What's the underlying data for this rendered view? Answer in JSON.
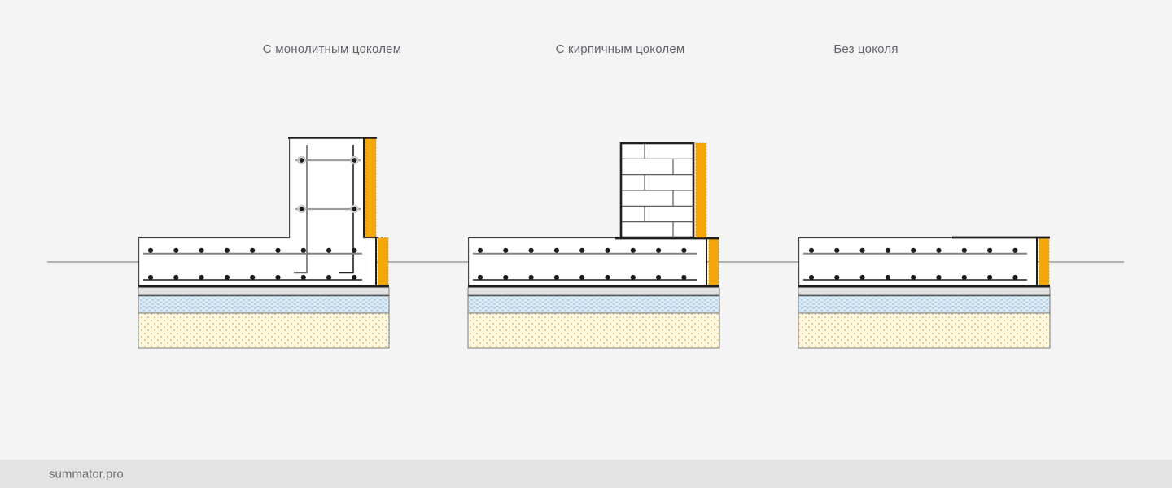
{
  "diagrams": [
    {
      "title": "С монолитным цоколем"
    },
    {
      "title": "С кирпичным цоколем"
    },
    {
      "title": "Без цоколя"
    }
  ],
  "footer": {
    "site_label": "summator.pro"
  },
  "colors": {
    "background": "#f4f4f5",
    "footer_bg": "#e3e3e4",
    "footer_text": "#6e7073",
    "title_text": "#5f6368",
    "insulation_orange": "#f4a70b",
    "insulation_orange_edge": "#cf8d00",
    "concrete_white": "#ffffff",
    "outline_dark": "#1f1f1f",
    "line_mid": "#3f3f3f",
    "rebar_top_line": "#828282",
    "rebar_dark": "#1c1c1c",
    "tie_gray": "#9c9c9c",
    "bar_gray": "#6b6b6b",
    "prep_gray": "#e1e1e1",
    "layer_border": "#7d7d7d",
    "divider_dark": "#555555",
    "blue_base": "#dcebf5",
    "blue_dash": "#aecde3",
    "sand_base": "#fdf8e2",
    "sand_dot": "#f3c377",
    "ground_line": "#8b8b8b",
    "brick_joint": "#4a4a4a"
  }
}
